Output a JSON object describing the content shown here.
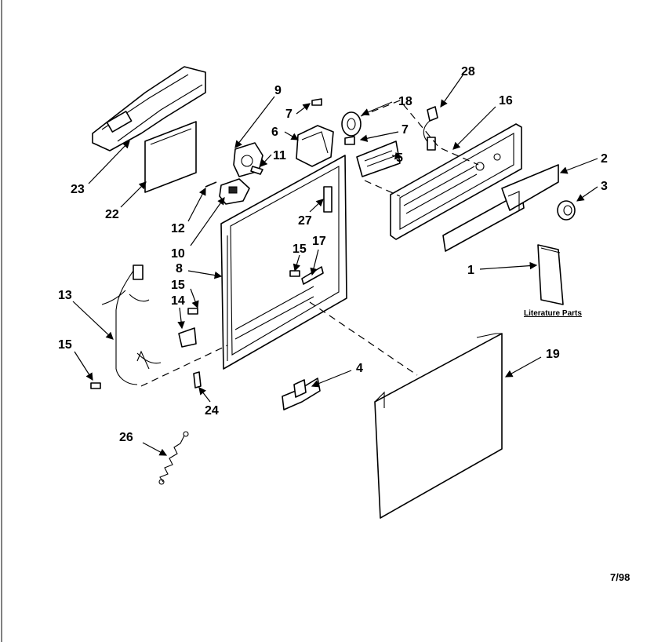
{
  "callouts": {
    "c1": "1",
    "c2": "2",
    "c3": "3",
    "c4": "4",
    "c5": "5",
    "c6": "6",
    "c7a": "7",
    "c7b": "7",
    "c8": "8",
    "c9": "9",
    "c10": "10",
    "c11": "11",
    "c12": "12",
    "c13": "13",
    "c14": "14",
    "c15a": "15",
    "c15b": "15",
    "c15c": "15",
    "c16": "16",
    "c17": "17",
    "c18": "18",
    "c19": "19",
    "c22": "22",
    "c23": "23",
    "c24": "24",
    "c26": "26",
    "c27": "27",
    "c28": "28"
  },
  "literature_label": "Literature Parts",
  "date_code": "7/98"
}
